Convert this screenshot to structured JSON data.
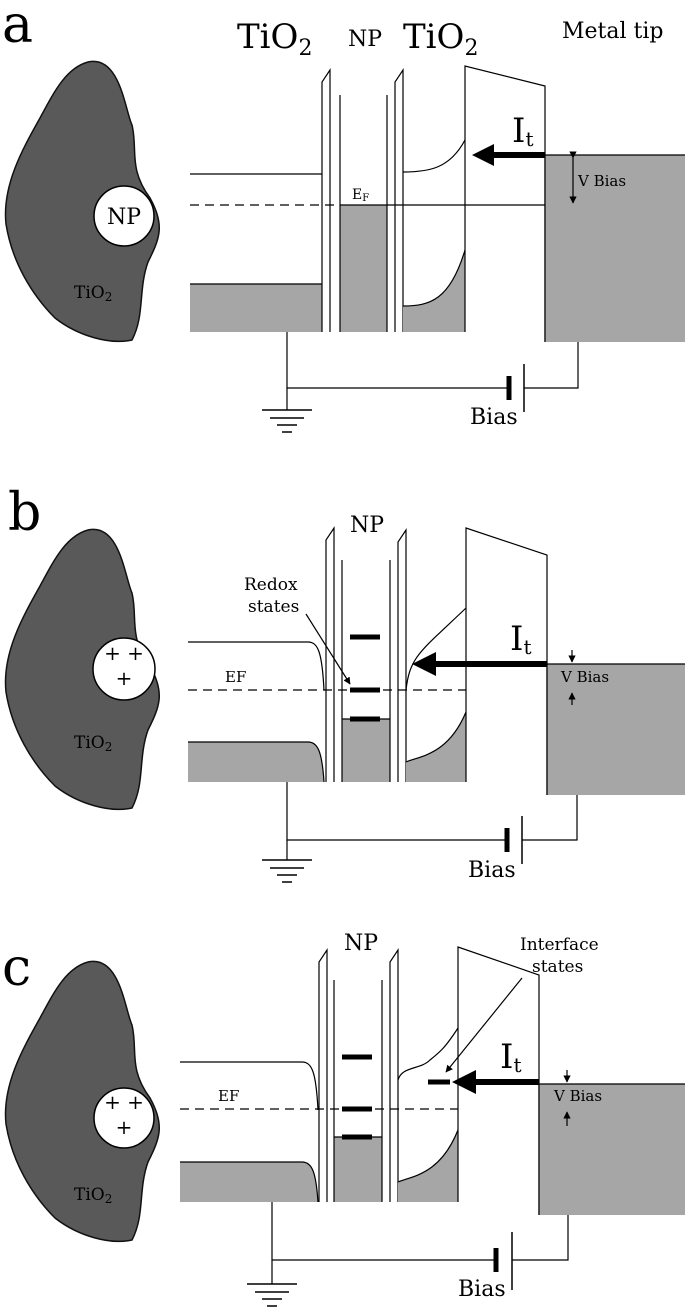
{
  "panels": [
    {
      "letter": "a",
      "header_tio2_left": "TiO",
      "header_tio2_left_sub": "2",
      "header_np": "NP",
      "header_tio2_right": "TiO",
      "header_tio2_right_sub": "2",
      "header_metal": "Metal tip",
      "np_label": "NP",
      "tio2_label": "TiO",
      "tio2_label_sub": "2",
      "fermi_label": "E",
      "fermi_label_sub": "F",
      "current_label": "I",
      "current_label_sub": "t",
      "vbias_label": "V Bias",
      "bias_label": "Bias"
    },
    {
      "letter": "b",
      "header_np": "NP",
      "np_charges": [
        "+ +",
        "+"
      ],
      "tio2_label": "TiO",
      "tio2_label_sub": "2",
      "fermi_label": "EF",
      "annotation_line1": "Redox",
      "annotation_line2": "states",
      "current_label": "I",
      "current_label_sub": "t",
      "vbias_label": "V Bias",
      "bias_label": "Bias"
    },
    {
      "letter": "c",
      "header_np": "NP",
      "np_charges": [
        "+ +",
        "+"
      ],
      "tio2_label": "TiO",
      "tio2_label_sub": "2",
      "fermi_label": "EF",
      "annotation_line1": "Interface",
      "annotation_line2": "states",
      "current_label": "I",
      "current_label_sub": "t",
      "vbias_label": "V Bias",
      "bias_label": "Bias"
    }
  ]
}
